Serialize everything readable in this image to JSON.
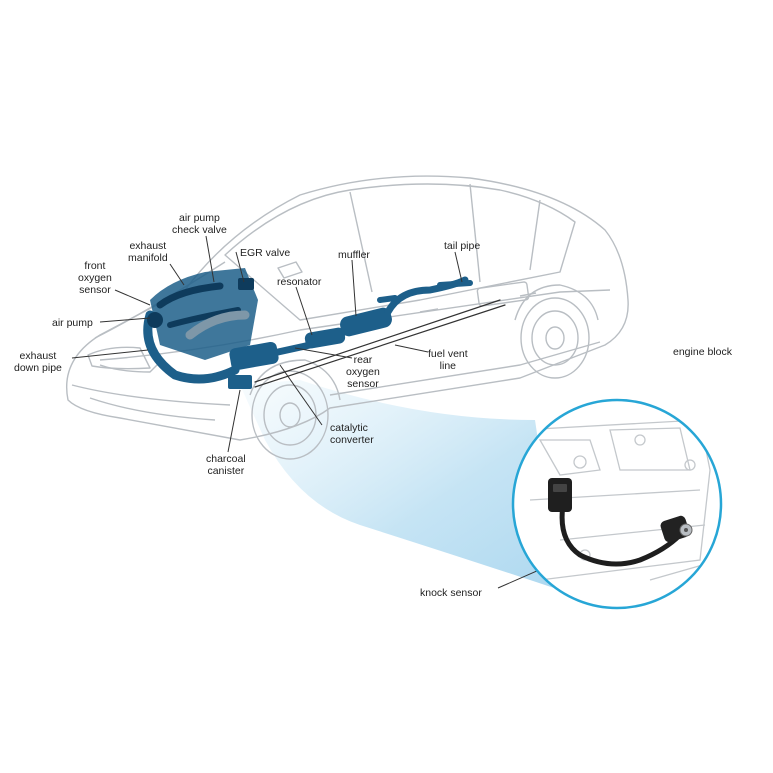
{
  "colors": {
    "outline": "#b9bec3",
    "exhaust": "#1d5f8a",
    "exhaust_dark": "#0e3b5c",
    "leader": "#333333",
    "beam": "#bfe1f3",
    "circle_ring": "#27a6d6"
  },
  "labels": {
    "air_pump_check_valve": "air pump\ncheck valve",
    "exhaust_manifold": "exhaust\nmanifold",
    "front_oxygen_sensor": "front\noxygen\nsensor",
    "egr_valve": "EGR valve",
    "air_pump": "air pump",
    "exhaust_down_pipe": "exhaust\ndown pipe",
    "resonator": "resonator",
    "muffler": "muffler",
    "tail_pipe": "tail pipe",
    "rear_oxygen_sensor": "rear\noxygen\nsensor",
    "fuel_vent_line": "fuel vent\nline",
    "catalytic_converter": "catalytic\nconverter",
    "charcoal_canister": "charcoal\ncanister",
    "engine_block": "engine block",
    "knock_sensor": "knock sensor"
  },
  "icons": [
    "car-outline-illustration",
    "exhaust-system-icon",
    "knock-sensor-icon"
  ]
}
